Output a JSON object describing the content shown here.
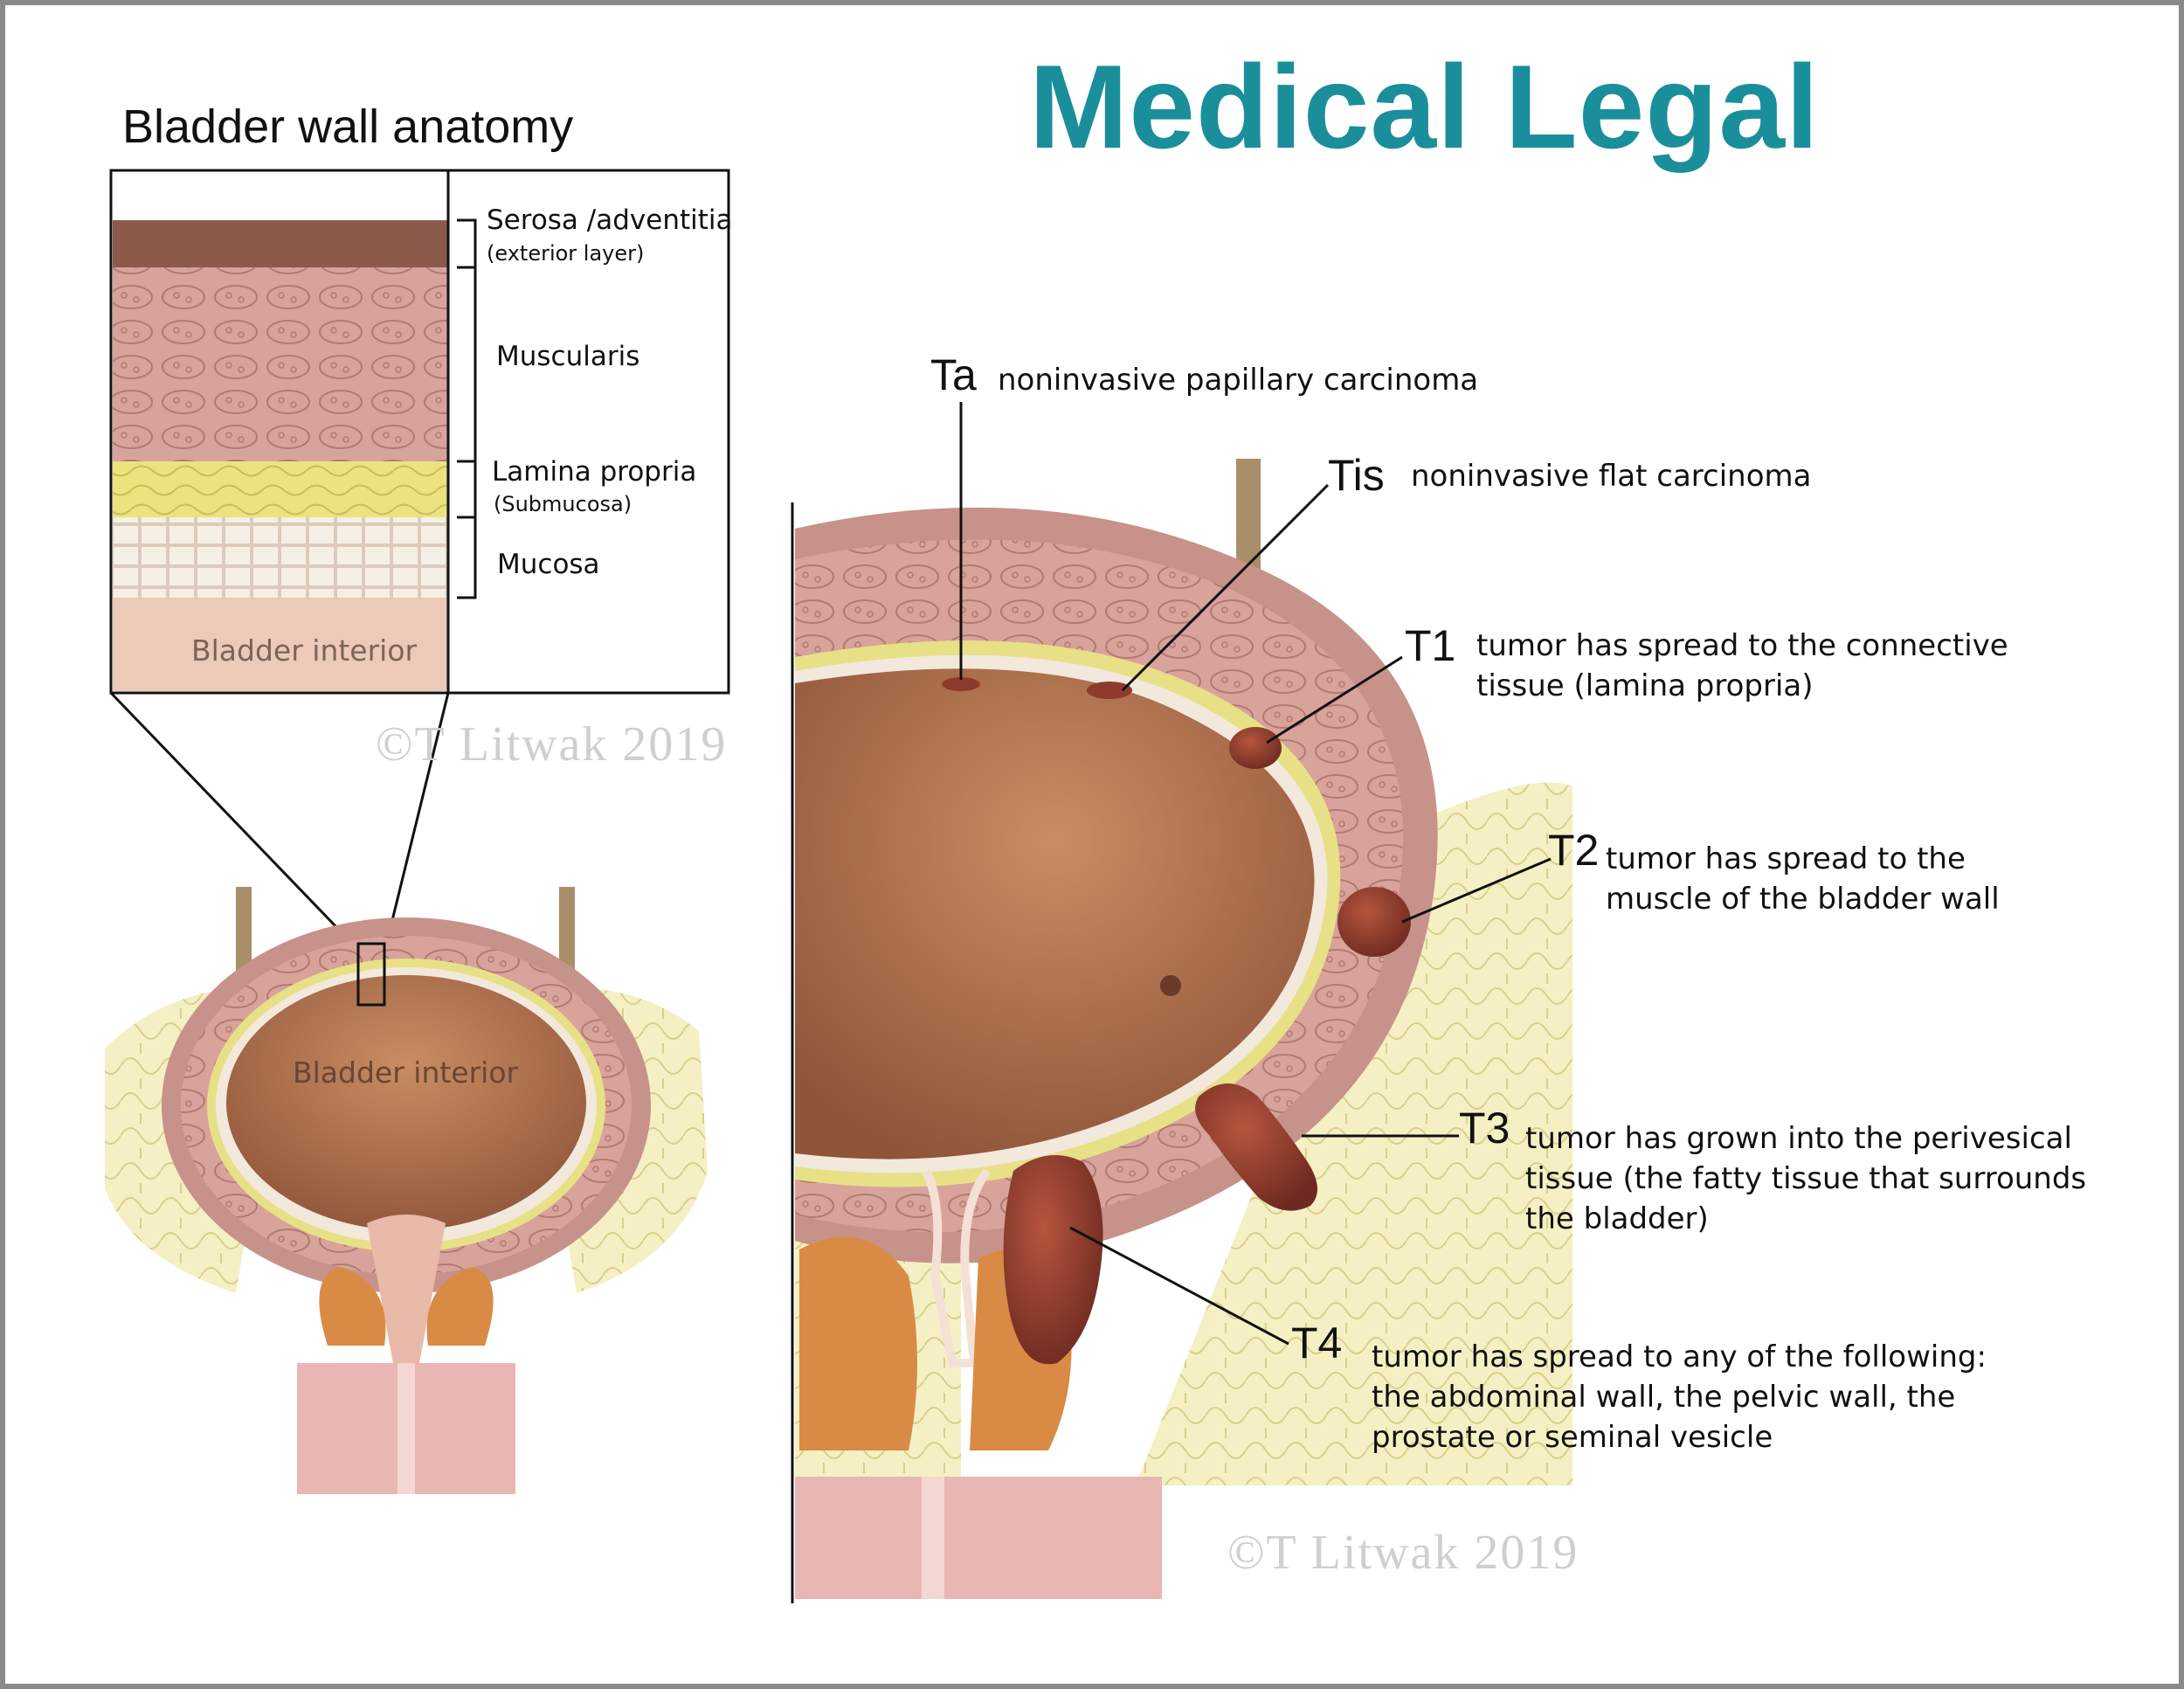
{
  "title": "Medical Legal",
  "subtitle": "Bladder wall anatomy",
  "layers": [
    {
      "name": "Serosa /adventitia",
      "note": "(exterior layer)"
    },
    {
      "name": "Muscularis",
      "note": ""
    },
    {
      "name": "Lamina propria",
      "note": "(Submucosa)"
    },
    {
      "name": "Mucosa",
      "note": ""
    }
  ],
  "interior_label_inset": "Bladder interior",
  "interior_label_small": "Bladder interior",
  "watermark": "©T Litwak 2019",
  "stages": [
    {
      "code": "Ta",
      "lines": [
        "noninvasive papillary carcinoma"
      ]
    },
    {
      "code": "Tis",
      "lines": [
        "noninvasive flat carcinoma"
      ]
    },
    {
      "code": "T1",
      "lines": [
        "tumor has spread to the connective",
        "tissue (lamina propria)"
      ]
    },
    {
      "code": "T2",
      "lines": [
        "tumor has spread to the",
        "muscle of the bladder wall"
      ]
    },
    {
      "code": "T3",
      "lines": [
        "tumor has grown into the perivesical",
        "tissue (the fatty tissue that surrounds",
        "the bladder)"
      ]
    },
    {
      "code": "T4",
      "lines": [
        "tumor has spread to any of the following:",
        "the abdominal wall, the pelvic wall, the",
        "prostate or seminal vesicle"
      ]
    }
  ],
  "colors": {
    "title": "#1a8f9b",
    "serosa": "#8a5a4a",
    "muscularis": "#d9a8a0",
    "lamina_propria": "#ece58a",
    "mucosa": "#f4ece4",
    "interior": "#b87a55",
    "fat": "#f3eebb",
    "prostate": "#d98b45",
    "tumor": "#9a3f2f"
  }
}
